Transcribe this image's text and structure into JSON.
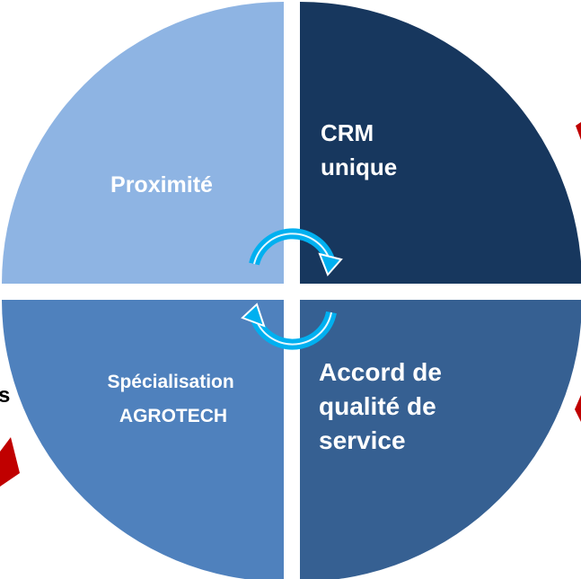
{
  "quadrants": {
    "top_left": {
      "lines": [
        "Proximité"
      ],
      "color": "#8EB4E3"
    },
    "top_right": {
      "lines": [
        "CRM",
        "unique"
      ],
      "color": "#17375E"
    },
    "bottom_left": {
      "lines": [
        "Spécialisation",
        "AGROTECH"
      ],
      "color": "#4F81BD"
    },
    "bottom_right": {
      "lines": [
        "Accord de",
        "qualité de",
        "service"
      ],
      "color": "#366092"
    }
  },
  "center_icon": {
    "name": "cycle-arrows-icon",
    "color": "#00B0F0"
  },
  "edge_fragments": {
    "left_text": "s",
    "accent_color": "#C00000"
  }
}
